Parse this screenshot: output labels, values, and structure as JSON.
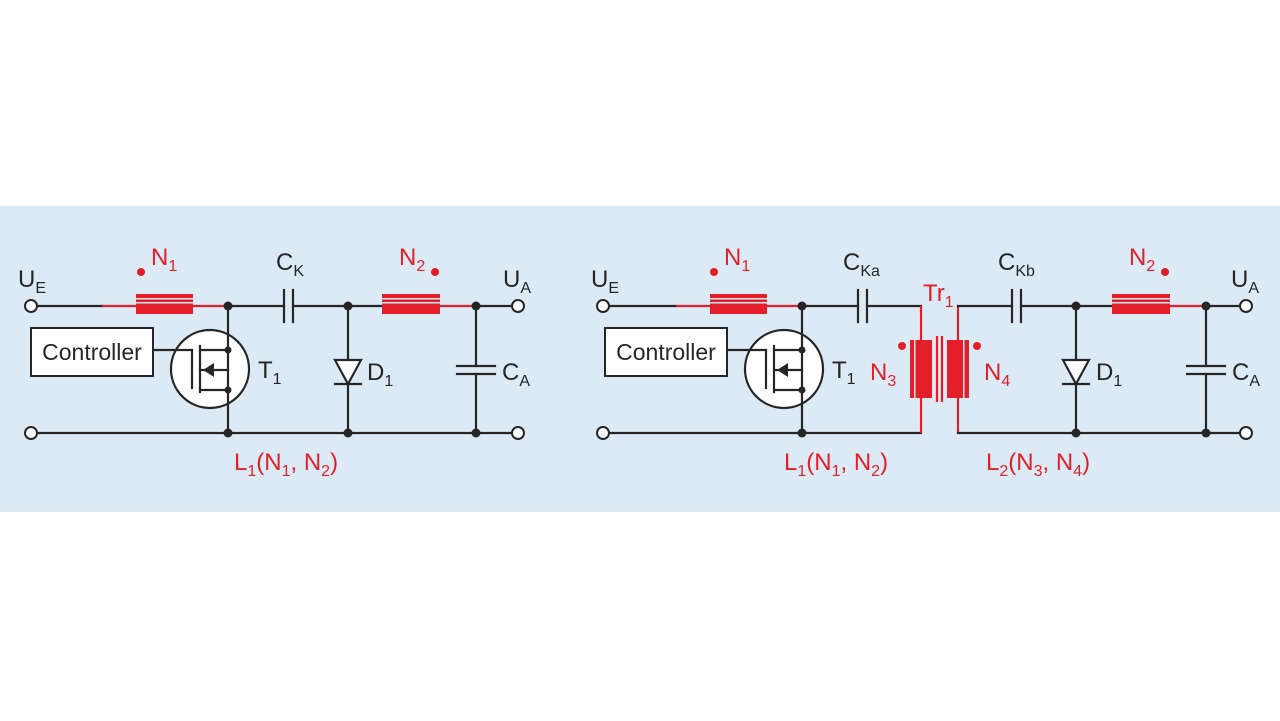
{
  "colors": {
    "band": "#dbeaf4",
    "wire": "#262626",
    "magnetic": "#e3202a"
  },
  "left_circuit": {
    "input_terminal": {
      "main": "U",
      "sub": "E"
    },
    "output_terminal": {
      "main": "U",
      "sub": "A"
    },
    "controller": "Controller",
    "transistor": {
      "main": "T",
      "sub": "1"
    },
    "coupling_capacitor": {
      "main": "C",
      "sub": "K"
    },
    "diode": {
      "main": "D",
      "sub": "1"
    },
    "output_capacitor": {
      "main": "C",
      "sub": "A"
    },
    "winding_1": {
      "main": "N",
      "sub": "1"
    },
    "winding_2": {
      "main": "N",
      "sub": "2"
    },
    "inductor_label": {
      "a": "L",
      "b": "1",
      "c": "(N",
      "d": "1",
      "e": ", N",
      "f": "2",
      "g": ")"
    }
  },
  "right_circuit": {
    "input_terminal": {
      "main": "U",
      "sub": "E"
    },
    "output_terminal": {
      "main": "U",
      "sub": "A"
    },
    "controller": "Controller",
    "transistor": {
      "main": "T",
      "sub": "1"
    },
    "coupling_capacitor_a": {
      "main": "C",
      "sub": "Ka"
    },
    "coupling_capacitor_b": {
      "main": "C",
      "sub": "Kb"
    },
    "transformer": {
      "main": "Tr",
      "sub": "1"
    },
    "winding_1": {
      "main": "N",
      "sub": "1"
    },
    "winding_2": {
      "main": "N",
      "sub": "2"
    },
    "winding_3": {
      "main": "N",
      "sub": "3"
    },
    "winding_4": {
      "main": "N",
      "sub": "4"
    },
    "diode": {
      "main": "D",
      "sub": "1"
    },
    "output_capacitor": {
      "main": "C",
      "sub": "A"
    },
    "inductor_1_label": {
      "a": "L",
      "b": "1",
      "c": "(N",
      "d": "1",
      "e": ", N",
      "f": "2",
      "g": ")"
    },
    "inductor_2_label": {
      "a": "L",
      "b": "2",
      "c": "(N",
      "d": "3",
      "e": ", N",
      "f": "4",
      "g": ")"
    }
  }
}
